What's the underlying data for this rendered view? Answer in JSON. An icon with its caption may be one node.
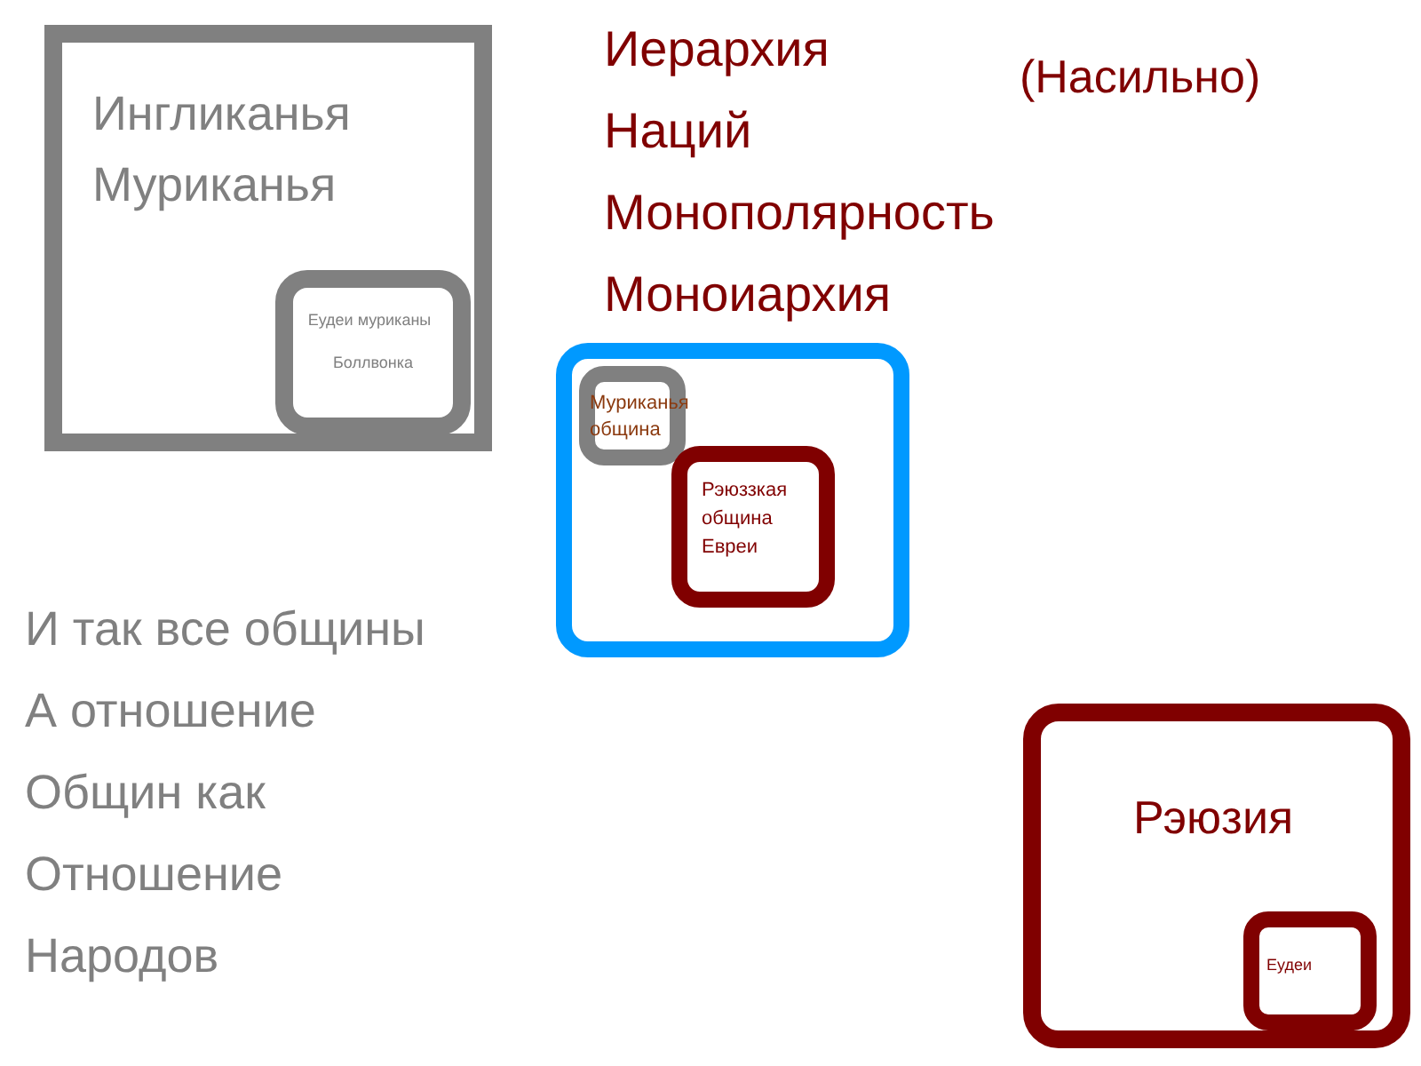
{
  "diagram": {
    "nodes": [
      {
        "text": [
          "Ингликанья Муриканья"
        ]
      },
      {
        "text": [
          "Еудеи муриканы",
          "Боллвонка"
        ],
        "in": 0
      },
      {
        "text": [],
        "shape": "box"
      },
      {
        "text": [
          "Муриканья община"
        ],
        "in": 2
      },
      {
        "text": [
          "Рэюззкая община Евреи"
        ],
        "in": 2
      },
      {
        "text": [
          "Рэюзия"
        ]
      },
      {
        "text": [
          "Еудеи"
        ],
        "in": 5
      }
    ],
    "labels": [
      "Иерархия",
      "Наций",
      "(Насильно)",
      "Монополярность",
      "Моноиархия",
      "И так все общины",
      "А отношение",
      "Общин как",
      "Отношение",
      "Народов"
    ]
  }
}
